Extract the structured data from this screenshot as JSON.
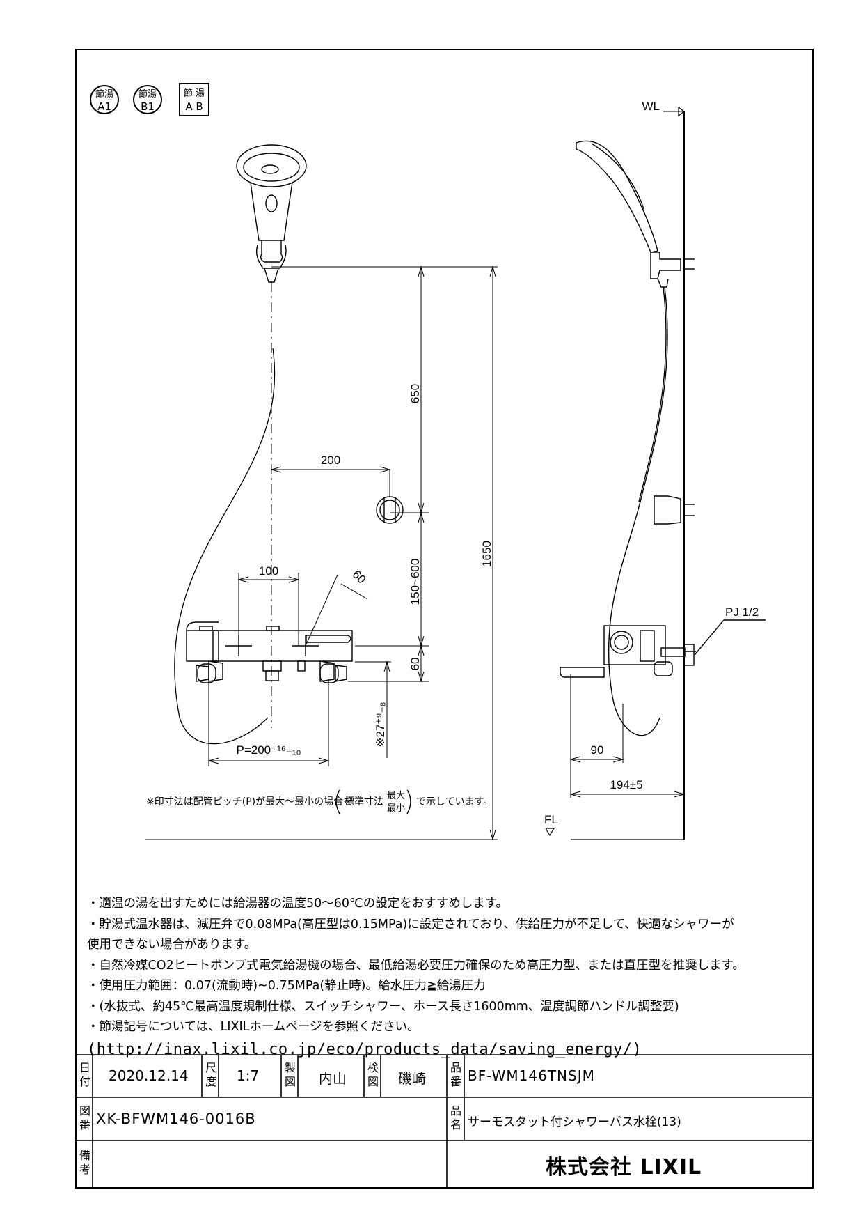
{
  "badges": [
    {
      "top": "節湯",
      "bottom": "A1"
    },
    {
      "top": "節湯",
      "bottom": "B1"
    },
    {
      "top": "節 湯",
      "bottom": "A B"
    }
  ],
  "labels": {
    "wl": "WL",
    "fl": "FL",
    "pj": "PJ 1/2"
  },
  "dimensions": {
    "d650": "650",
    "d1650": "1650",
    "d200": "200",
    "d100": "100",
    "d60_angle": "60",
    "d150_600": "150~600",
    "d60": "60",
    "d27": "※27⁺⁹₋₈",
    "pitch": "P=200⁺¹⁶₋₁₀",
    "d90": "90",
    "d194": "194±5"
  },
  "footnote": {
    "before": "※印寸法は配管ピッチ(P)が最大～最小の場合を",
    "inner_label": "標準寸法",
    "max": "最大",
    "min": "最小",
    "after": "で示しています。"
  },
  "notes": [
    "・適温の湯を出すためには給湯器の温度50～60℃の設定をおすすめします。",
    "・貯湯式温水器は、減圧弁で0.08MPa(高圧型は0.15MPa)に設定されており、供給圧力が不足して、快適なシャワーが",
    "使用できない場合があります。",
    "・自然冷媒CO2ヒートポンプ式電気給湯機の場合、最低給湯必要圧力確保のため高圧力型、または直圧型を推奨します。",
    "・使用圧力範囲：0.07(流動時)~0.75MPa(静止時)。給水圧力≧給湯圧力",
    "・(水抜式、約45℃最高温度規制仕様、スイッチシャワー、ホース長さ1600mm、温度調節ハンドル調整要)",
    "・節湯記号については、LIXILホームページを参照ください。"
  ],
  "url": "(http://inax.lixil.co.jp/eco/products_data/saving_energy/)",
  "title_block": {
    "date_label": "日付",
    "date": "2020.12.14",
    "scale_label": "尺度",
    "scale": "1:7",
    "drawn_label": "製図",
    "drawn": "内山",
    "checked_label": "検図",
    "checked": "磯崎",
    "part_no_label": "品番",
    "part_no": "BF-WM146TNSJM",
    "drawing_no_label": "図番",
    "drawing_no": "XK-BFWM146-0016B",
    "part_name_label": "品名",
    "part_name": "サーモスタット付シャワーバス水栓(13)",
    "remarks_label": "備考",
    "company": "株式会社 LIXIL"
  }
}
